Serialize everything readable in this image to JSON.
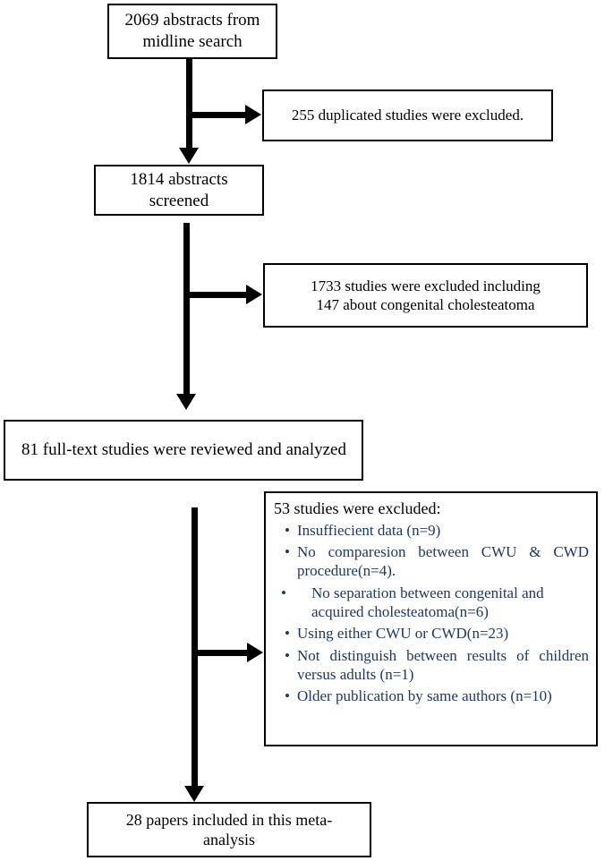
{
  "diagram": {
    "title": "PRISMA study selection flow diagram",
    "bullet_color": "#1F3864",
    "line_color": "#000000",
    "nodes": {
      "abstracts_found": "2069 abstracts from\nmidline search",
      "duplicates_excluded": "255 duplicated studies were excluded.",
      "abstracts_screened": "1814 abstracts\nscreened",
      "studies_excluded": "1733  studies were excluded  including\n147 about congenital cholesteatoma",
      "fulltext_reviewed": "81 full-text studies were reviewed and analyzed",
      "final_included": "28 papers included in this meta-\nanalysis"
    },
    "excluded_details": {
      "header": "53 studies were excluded:",
      "bullet_glyph": "•",
      "bullets": [
        "Insuffiecient data  (n=9)",
        "No comparesion between CWU & CWD procedure(n=4).",
        "No separation between congenital and acquired  cholesteatoma(n=6)",
        "Using either CWU or CWD(n=23)",
        "Not distinguish between results of children versus adults (n=1)",
        "Older publication by same authors (n=10)"
      ]
    }
  }
}
